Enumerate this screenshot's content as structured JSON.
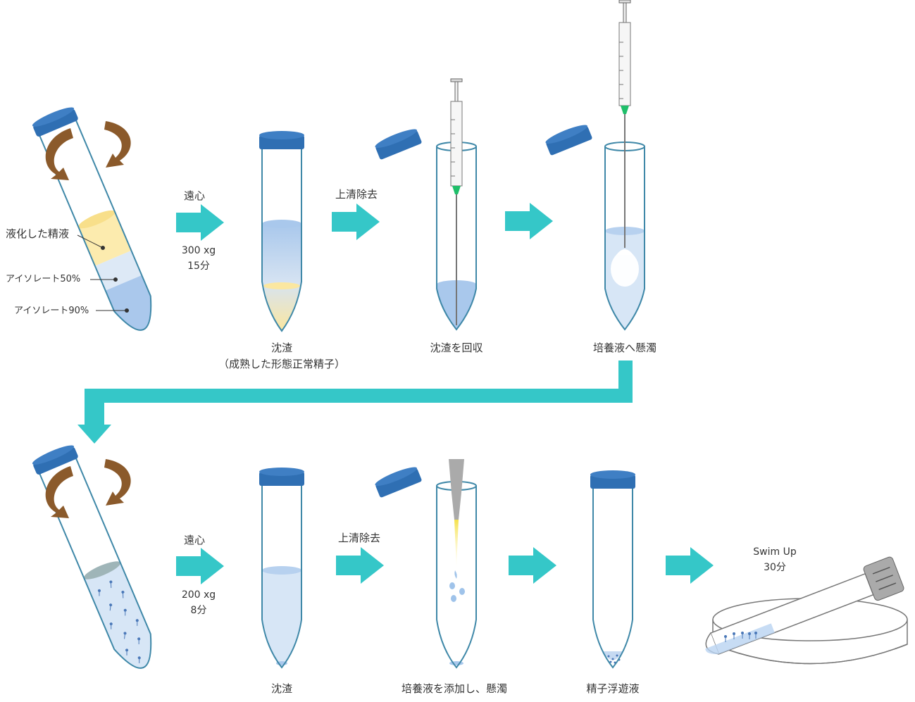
{
  "colors": {
    "arrow": "#35c7c8",
    "cap": "#2f6fb3",
    "tube_outline": "#3f88a8",
    "rotate_arrow": "#8b5a2b",
    "liquid_blue": "#a9c8ec",
    "liquid_light": "#d7e6f6",
    "liquid_yellow": "#fbe7a0",
    "needle_hub": "#1fbf6a"
  },
  "top_row": {
    "tube1_labels": {
      "semen": "液化した精液",
      "isolate50": "アイソレート50%",
      "isolate90": "アイソレート90%"
    },
    "step1": {
      "action": "遠心",
      "speed": "300 xg",
      "time": "15分"
    },
    "tube2_caption": {
      "line1": "沈渣",
      "line2": "（成熟した形態正常精子）"
    },
    "step2": {
      "action": "上清除去"
    },
    "tube3_caption": "沈渣を回収",
    "tube4_caption": "培養液へ懸濁"
  },
  "bottom_row": {
    "step1": {
      "action": "遠心",
      "speed": "200 xg",
      "time": "8分"
    },
    "tube2_caption": "沈渣",
    "step2": {
      "action": "上清除去"
    },
    "tube3_caption": "培養液を添加し、懸濁",
    "tube4_caption": "精子浮遊液",
    "swim_up": {
      "title": "Swim Up",
      "time": "30分"
    }
  }
}
